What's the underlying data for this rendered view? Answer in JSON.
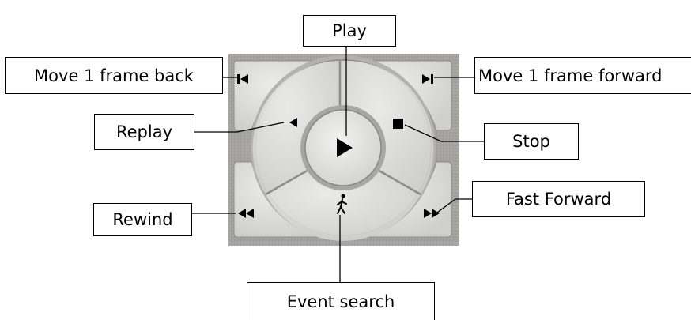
{
  "labels": {
    "play": "Play",
    "move_back": "Move 1 frame back",
    "move_forward": "Move 1 frame forward",
    "replay": "Replay",
    "stop": "Stop",
    "fast_forward": "Fast Forward",
    "rewind": "Rewind",
    "event_search": "Event search"
  },
  "icons": {
    "play": "play-icon",
    "stop": "stop-icon",
    "replay": "replay-icon",
    "step_back": "step-back-icon",
    "step_forward": "step-forward-icon",
    "rewind": "rewind-icon",
    "fast_forward": "fast-forward-icon",
    "event_search": "walking-person-icon"
  },
  "colors": {
    "panel_bg": "#a4a29e",
    "button_face": "#dcdcd9",
    "icon": "#000000"
  }
}
